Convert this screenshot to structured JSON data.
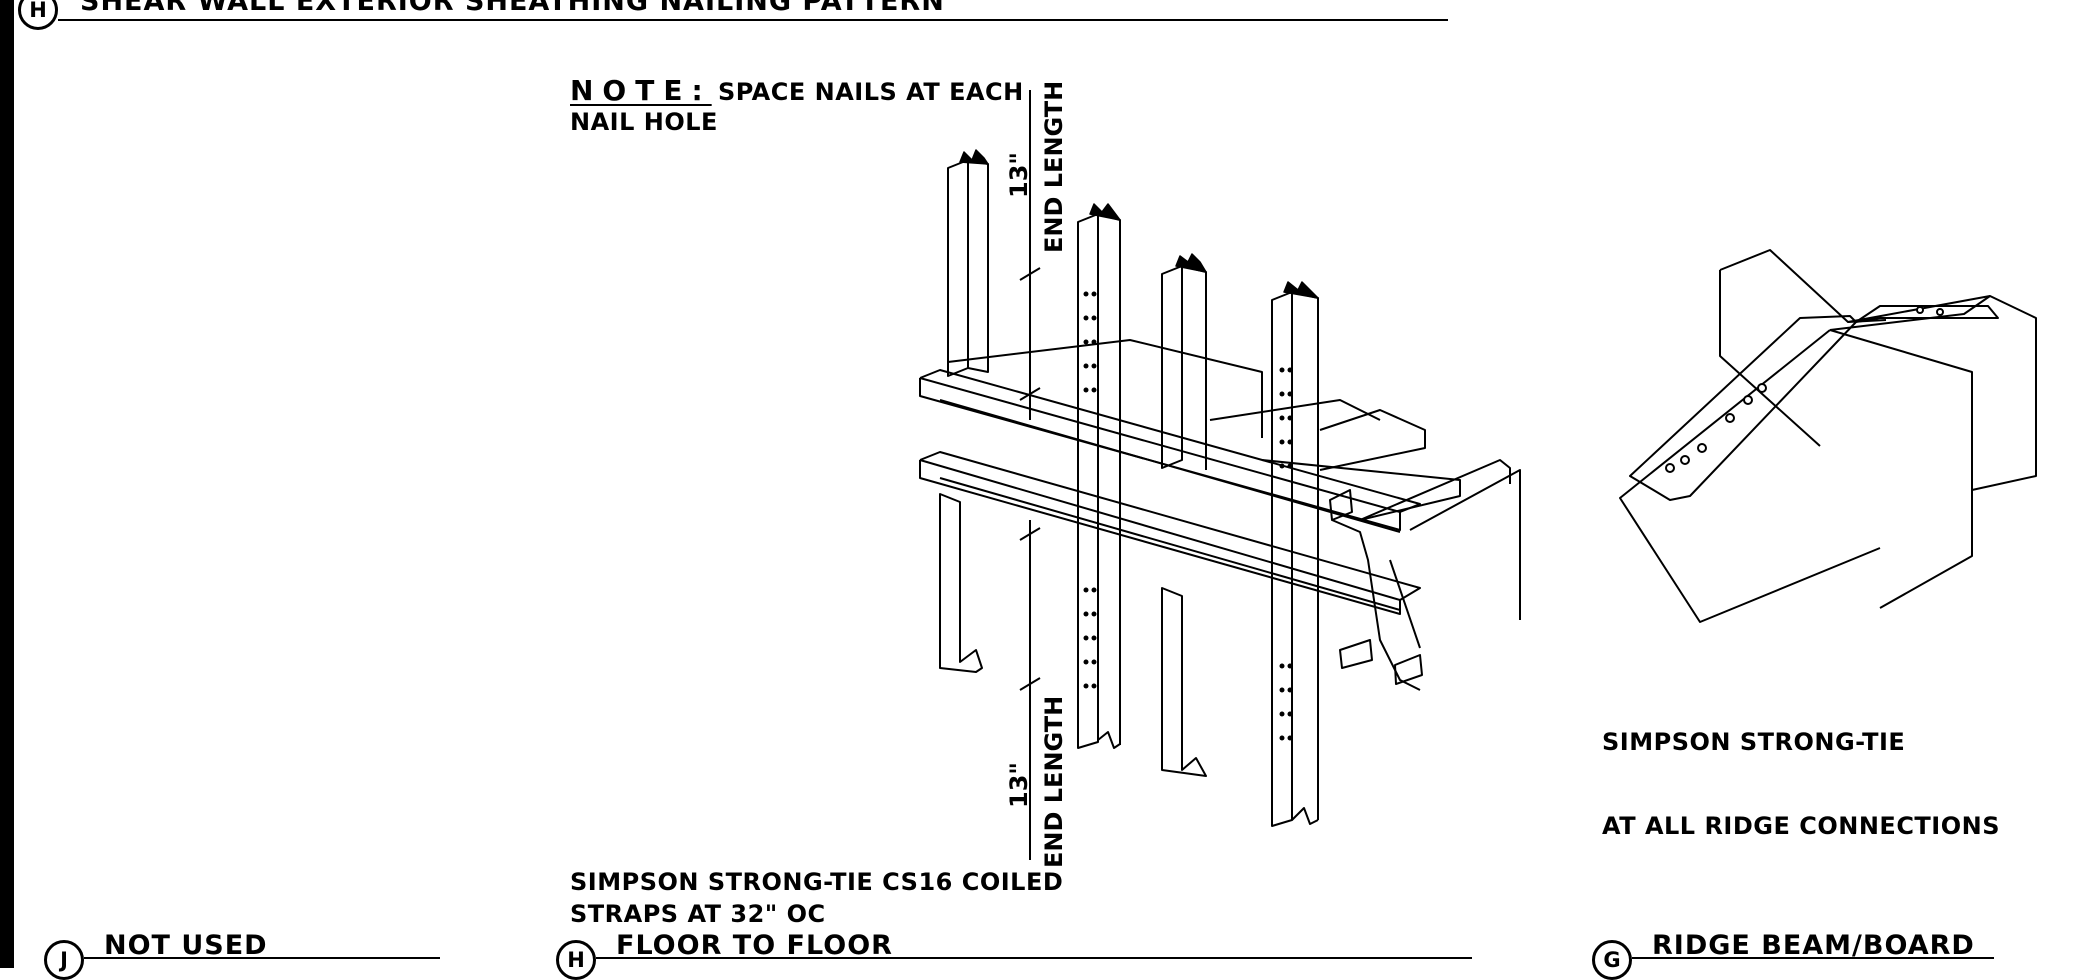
{
  "top_title": {
    "bubble": "H",
    "label": "SHEAR WALL EXTERIOR SHEATHING NAILING PATTERN"
  },
  "note": {
    "label": "NOTE:",
    "text_line1": "SPACE NAILS AT EACH",
    "text_line2": "NAIL HOLE"
  },
  "dimensions": {
    "upper": {
      "value": "13\"",
      "label": "END LENGTH"
    },
    "lower": {
      "value": "13\"",
      "label": "END LENGTH"
    }
  },
  "strap_callout": {
    "line1": "SIMPSON STRONG-TIE CS16 COILED",
    "line2": "STRAPS AT 32\" OC"
  },
  "ridge_callout": {
    "line1": "SIMPSON STRONG-TIE",
    "line2": "AT ALL RIDGE CONNECTIONS"
  },
  "detail_titles": [
    {
      "bubble": "J",
      "label": "NOT USED"
    },
    {
      "bubble": "H",
      "label": "FLOOR TO FLOOR"
    },
    {
      "bubble": "G",
      "label": "RIDGE BEAM/BOARD"
    }
  ]
}
